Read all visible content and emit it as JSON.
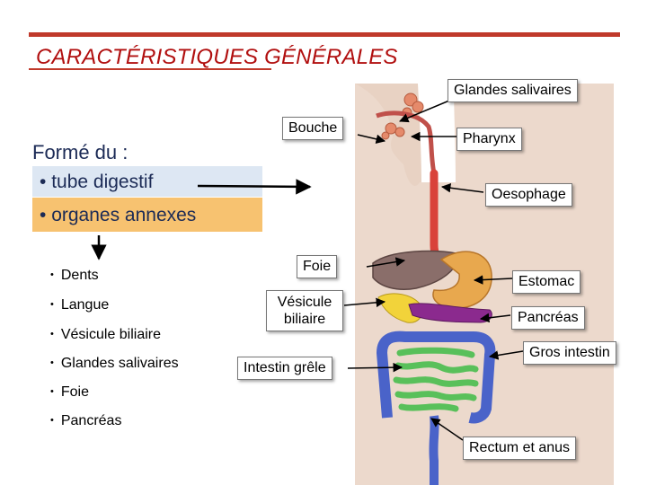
{
  "title": "CARACTÉRISTIQUES GÉNÉRALES",
  "intro": {
    "heading": "Formé du :",
    "bullets": [
      "tube digestif",
      "organes annexes"
    ]
  },
  "annexes_list": [
    "Dents",
    "Langue",
    "Vésicule biliaire",
    "Glandes salivaires",
    "Foie",
    "Pancréas"
  ],
  "labels": {
    "glandes_salivaires": "Glandes salivaires",
    "bouche": "Bouche",
    "pharynx": "Pharynx",
    "oesophage": "Oesophage",
    "foie": "Foie",
    "estomac": "Estomac",
    "vesicule": "Vésicule biliaire",
    "pancreas": "Pancréas",
    "gros_intestin": "Gros intestin",
    "intestin_grele": "Intestin grêle",
    "rectum": "Rectum et anus"
  },
  "colors": {
    "title": "#b10f0f",
    "tube_row": "#dde7f3",
    "annex_row": "#f7c270",
    "body": "#ecd9cc",
    "esophagus": "#d9423a",
    "liver": "#8a6e6a",
    "stomach": "#e8a84e",
    "pancreas": "#8b2a8e",
    "gallbladder": "#f2d33a",
    "colon": "#4a63c9",
    "small_intestine": "#59c05a"
  }
}
